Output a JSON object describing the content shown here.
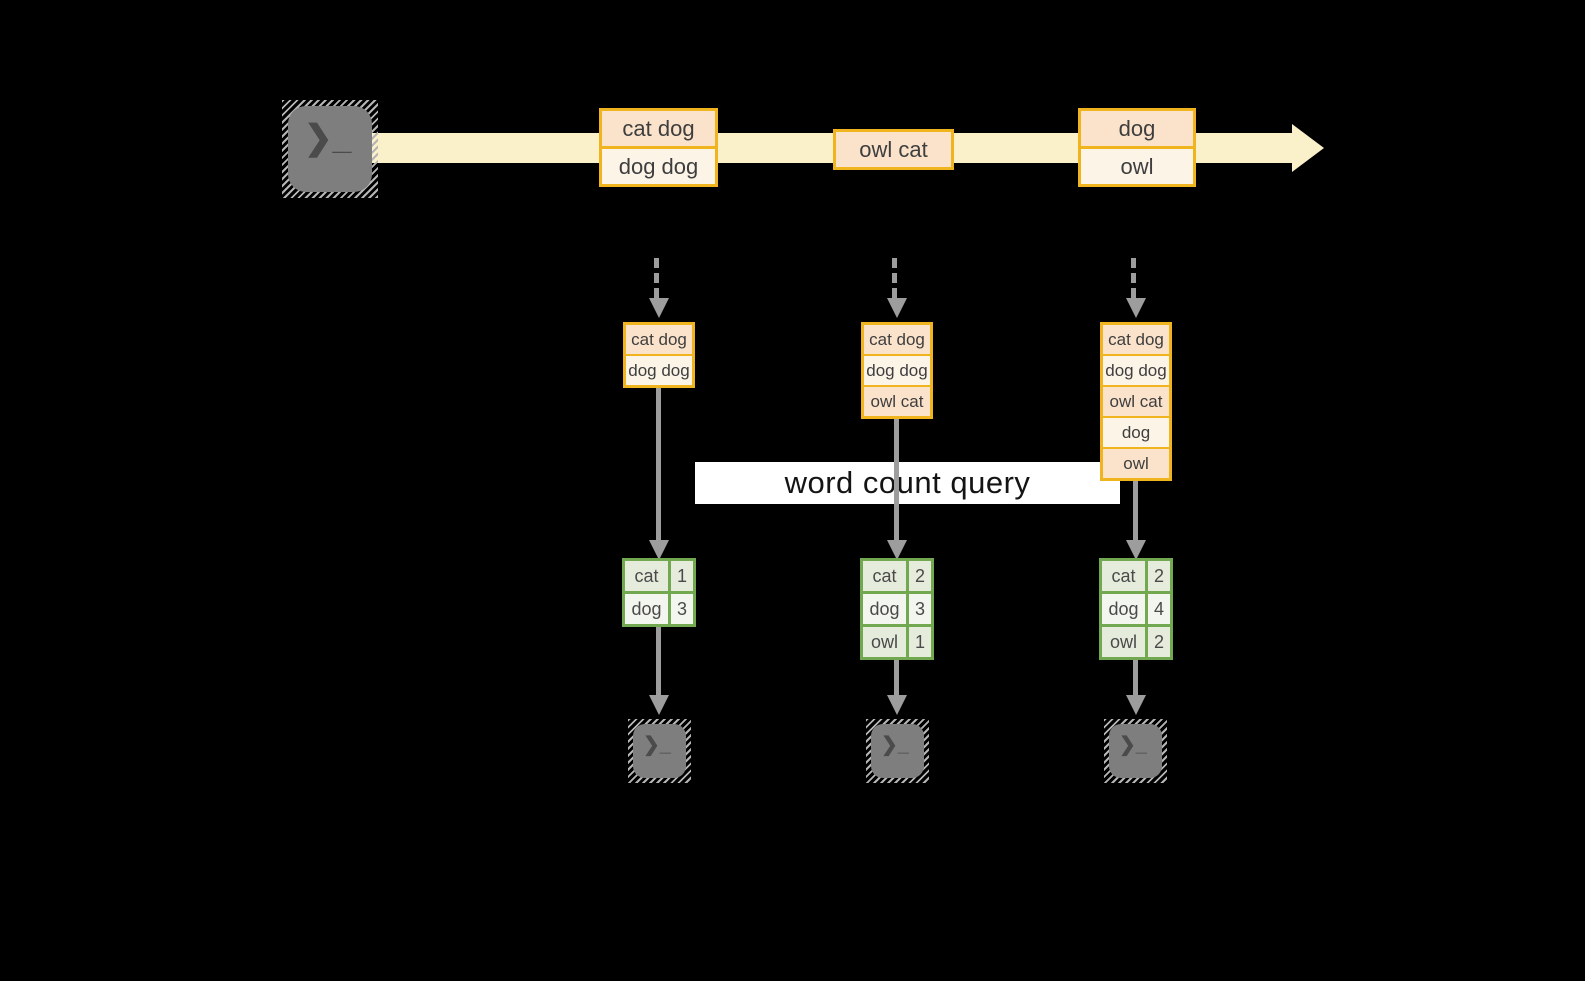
{
  "query_label": "word count query",
  "terminal_glyph": "❯_",
  "colors": {
    "stream_band": "#faf0ca",
    "box_border": "#f0b41e",
    "cell_peach": "#fbe3cb",
    "cell_cream": "#fdf4e8",
    "table_border": "#71a850",
    "cell_green_dark": "#e6ecdc",
    "cell_green_light": "#f3f6ef",
    "arrow_gray": "#9d9d9d"
  },
  "stream": {
    "messages": [
      {
        "lines": [
          "cat dog",
          "dog dog"
        ]
      },
      {
        "lines": [
          "owl cat"
        ]
      },
      {
        "lines": [
          "dog",
          "owl"
        ]
      }
    ]
  },
  "consumers": [
    {
      "buffer": [
        "cat dog",
        "dog dog"
      ],
      "counts": [
        {
          "word": "cat",
          "count": "1"
        },
        {
          "word": "dog",
          "count": "3"
        }
      ]
    },
    {
      "buffer": [
        "cat dog",
        "dog dog",
        "owl cat"
      ],
      "counts": [
        {
          "word": "cat",
          "count": "2"
        },
        {
          "word": "dog",
          "count": "3"
        },
        {
          "word": "owl",
          "count": "1"
        }
      ]
    },
    {
      "buffer": [
        "cat dog",
        "dog dog",
        "owl cat",
        "dog",
        "owl"
      ],
      "counts": [
        {
          "word": "cat",
          "count": "2"
        },
        {
          "word": "dog",
          "count": "4"
        },
        {
          "word": "owl",
          "count": "2"
        }
      ]
    }
  ]
}
